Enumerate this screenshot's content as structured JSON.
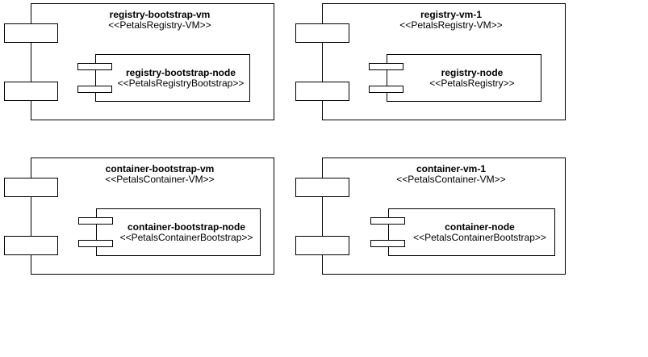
{
  "canvas": {
    "background_color": "#ffffff",
    "stroke_color": "#000000"
  },
  "nodes": [
    {
      "name": "registry-bootstrap-vm",
      "stereotype": "<<PetalsRegistry-VM>>",
      "child": {
        "name": "registry-bootstrap-node",
        "stereotype": "<<PetalsRegistryBootstrap>>"
      }
    },
    {
      "name": "registry-vm-1",
      "stereotype": "<<PetalsRegistry-VM>>",
      "child": {
        "name": "registry-node",
        "stereotype": "<<PetalsRegistry>>"
      }
    },
    {
      "name": "container-bootstrap-vm",
      "stereotype": "<<PetalsContainer-VM>>",
      "child": {
        "name": "container-bootstrap-node",
        "stereotype": "<<PetalsContainerBootstrap>>"
      }
    },
    {
      "name": "container-vm-1",
      "stereotype": "<<PetalsContainer-VM>>",
      "child": {
        "name": "container-node",
        "stereotype": "<<PetalsContainerBootstrap>>"
      }
    }
  ]
}
